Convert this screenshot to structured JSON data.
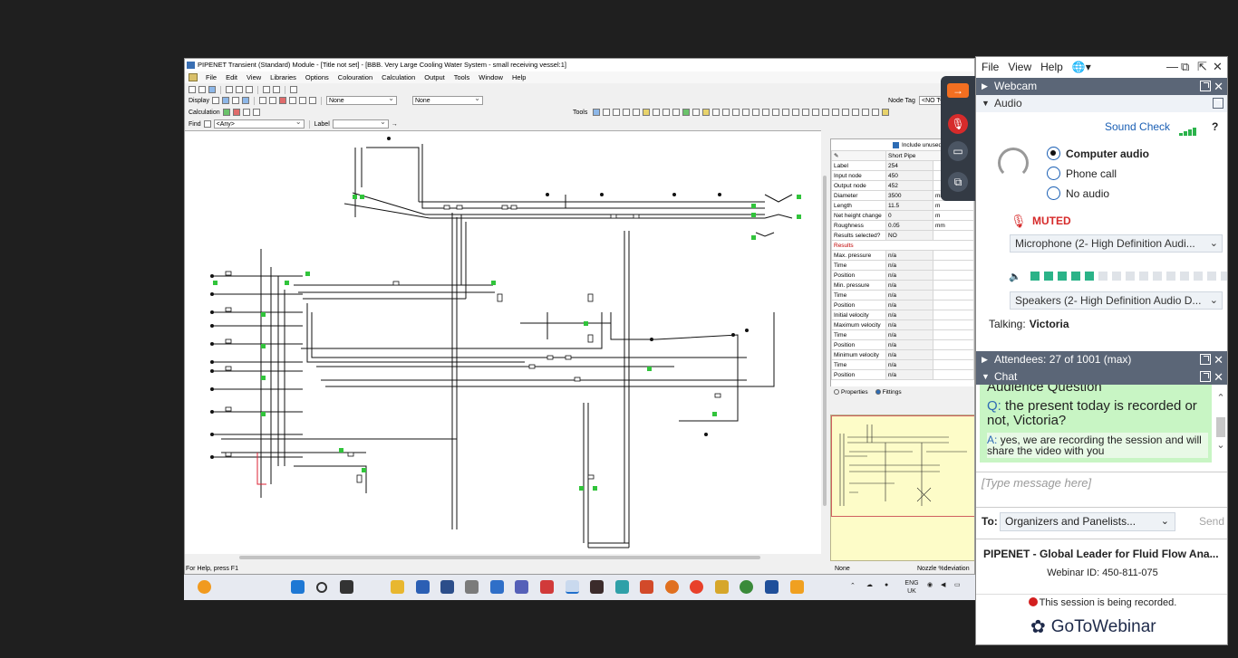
{
  "pipenet": {
    "title": "PIPENET Transient (Standard) Module - [Title not set] - [BBB.  Very Large Cooling Water System - small receiving vessel:1]",
    "menu": [
      "File",
      "Edit",
      "View",
      "Libraries",
      "Options",
      "Colouration",
      "Calculation",
      "Output",
      "Tools",
      "Window",
      "Help"
    ],
    "toolbar": {
      "display_label": "Display",
      "calculation_label": "Calculation",
      "find_label": "Find",
      "find_value": "<Any>",
      "combo1": "None",
      "combo2": "None",
      "label_label": "Label",
      "tools_label": "Tools",
      "node_tag_label": "Node Tag",
      "node_tag_value": "<NO T"
    },
    "properties": {
      "include_unused": "Include unused",
      "type_name": "Short Pipe",
      "rows": [
        {
          "k": "Label",
          "v": "254",
          "u": ""
        },
        {
          "k": "Input node",
          "v": "450",
          "u": ""
        },
        {
          "k": "Output node",
          "v": "452",
          "u": ""
        },
        {
          "k": "Diameter",
          "v": "3500",
          "u": "mm"
        },
        {
          "k": "Length",
          "v": "11.5",
          "u": "m"
        },
        {
          "k": "Net height change",
          "v": "0",
          "u": "m"
        },
        {
          "k": "Roughness",
          "v": "0.05",
          "u": "mm"
        },
        {
          "k": "Results selected?",
          "v": "NO",
          "u": ""
        }
      ],
      "results_label": "Results",
      "result_rows": [
        {
          "k": "Max. pressure",
          "v": "n/a"
        },
        {
          "k": "Time",
          "v": "n/a"
        },
        {
          "k": "Position",
          "v": "n/a"
        },
        {
          "k": "Min. pressure",
          "v": "n/a"
        },
        {
          "k": "Time",
          "v": "n/a"
        },
        {
          "k": "Position",
          "v": "n/a"
        },
        {
          "k": "Initial velocity",
          "v": "n/a"
        },
        {
          "k": "Maximum velocity",
          "v": "n/a"
        },
        {
          "k": "Time",
          "v": "n/a"
        },
        {
          "k": "Position",
          "v": "n/a"
        },
        {
          "k": "Minimum velocity",
          "v": "n/a"
        },
        {
          "k": "Time",
          "v": "n/a"
        },
        {
          "k": "Position",
          "v": "n/a"
        }
      ],
      "tab_properties": "Properties",
      "tab_fittings": "Fittings"
    },
    "status": {
      "help": "For Help, press F1",
      "mid": "None",
      "right": "Nozzle %deviation"
    }
  },
  "taskbar": {
    "lang_top": "ENG",
    "lang_bottom": "UK"
  },
  "gtw": {
    "menu": [
      "File",
      "View",
      "Help"
    ],
    "sections": {
      "webcam": "Webcam",
      "audio": "Audio",
      "attendees": "Attendees:  27 of 1001 (max)",
      "chat": "Chat"
    },
    "audio": {
      "sound_check": "Sound Check",
      "options": [
        "Computer audio",
        "Phone call",
        "No audio"
      ],
      "selected": 0,
      "muted": "MUTED",
      "microphone": "Microphone (2- High Definition Audi...",
      "speakers": "Speakers (2- High Definition Audio D...",
      "speaker_level": 0.33,
      "talking_label": "Talking:",
      "talking_name": "Victoria"
    },
    "chat": {
      "heading": "Audience Question",
      "q_label": "Q:",
      "question": "the present today is recorded or not, Victoria?",
      "a_label": "A:",
      "answer": "yes, we are recording the session and will share the video with you",
      "placeholder": "[Type message here]",
      "to_label": "To:",
      "to_value": "Organizers and Panelists...",
      "send": "Send"
    },
    "footer": {
      "name": "PIPENET - Global Leader for Fluid Flow Ana...",
      "webinar_id": "Webinar ID: 450-811-075",
      "recording": "This session is being recorded.",
      "brand": "GoToWebinar"
    }
  }
}
